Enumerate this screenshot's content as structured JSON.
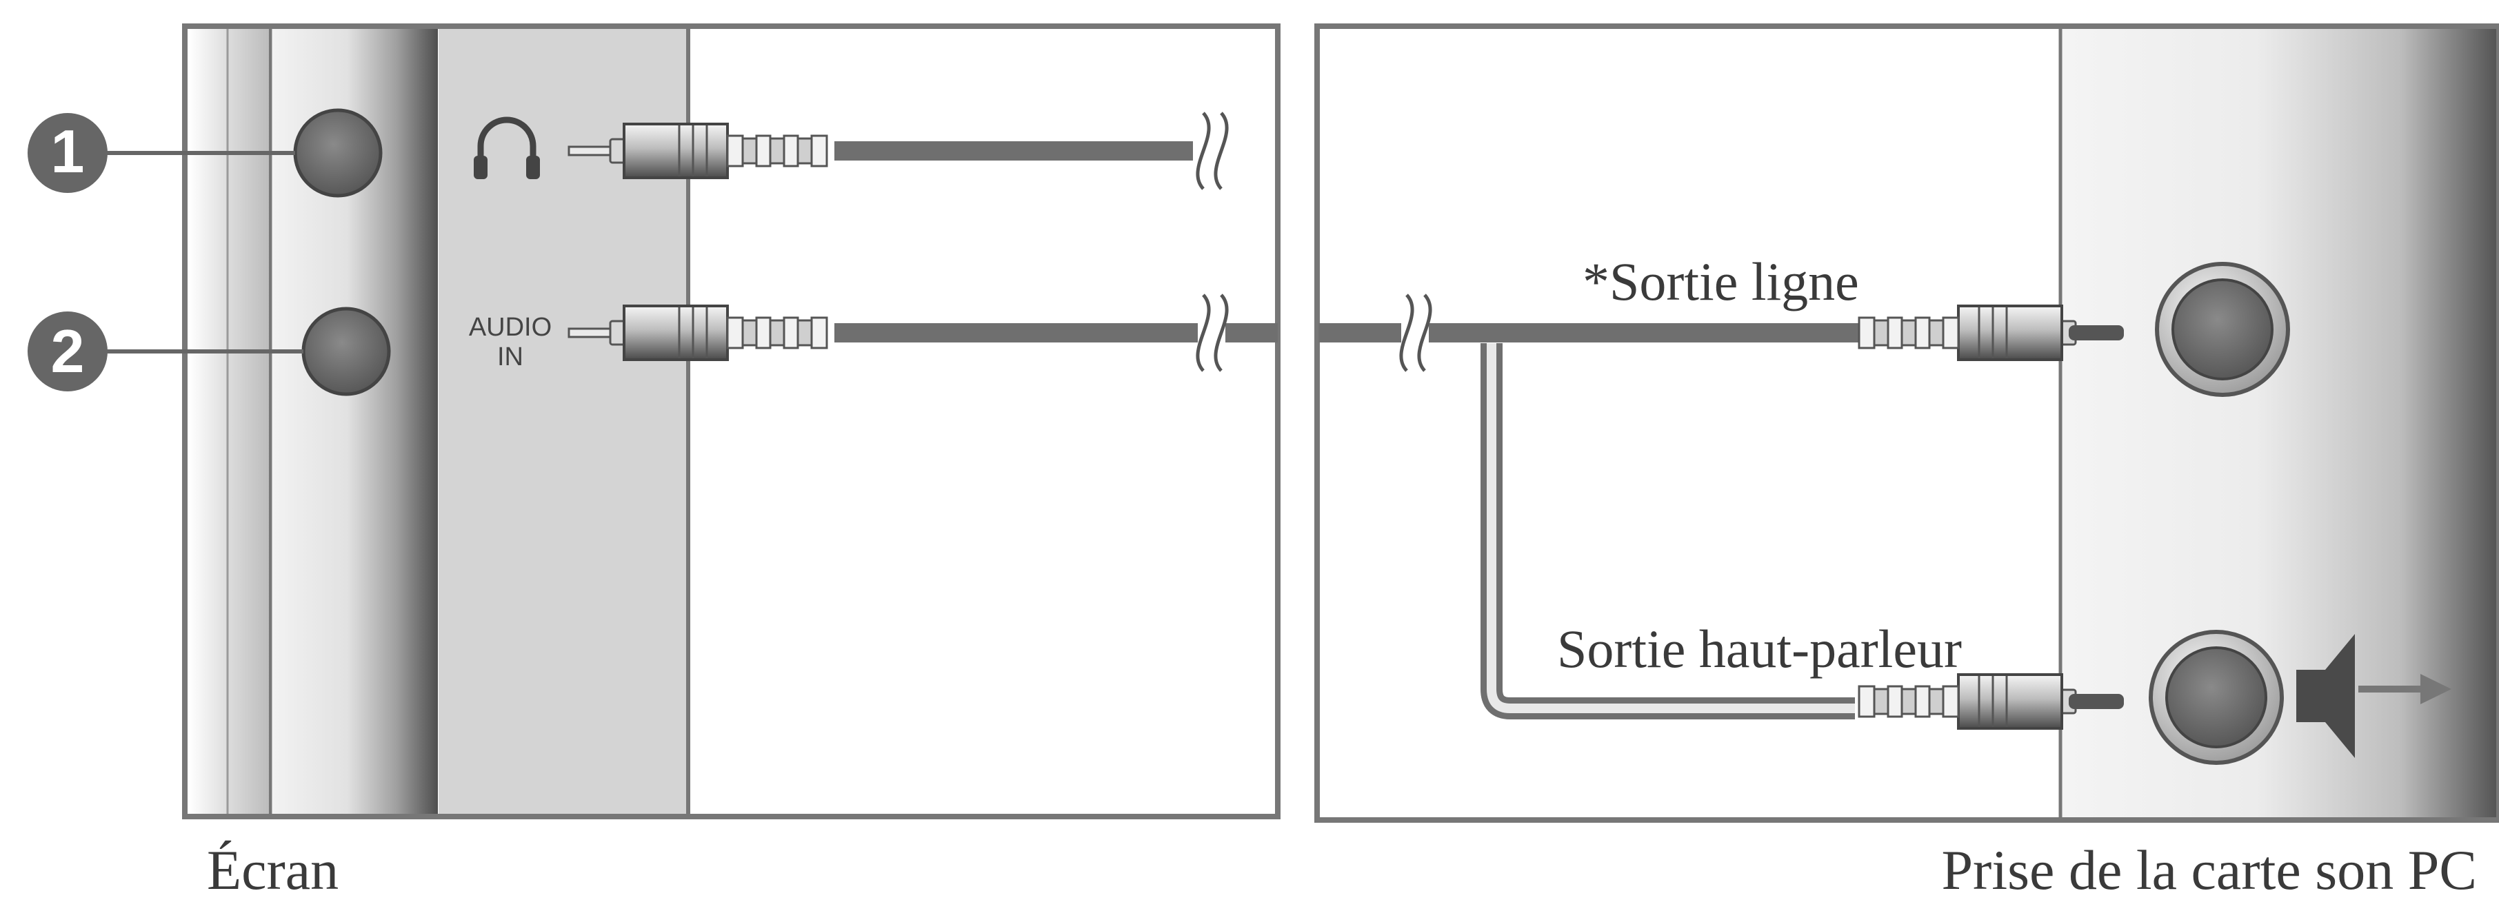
{
  "labels": {
    "screen_title": "Écran",
    "pc_title": "Prise de la carte son PC",
    "line_out": "*Sortie ligne",
    "speaker_out": "Sortie haut-parleur",
    "audio_in_line1": "AUDIO",
    "audio_in_line2": "IN",
    "callout_1": "1",
    "callout_2": "2"
  },
  "colors": {
    "border": "#777777",
    "cable": "#6f6f6f",
    "jack": "#6e6e6e",
    "panel_light": "#d4d4d4",
    "text": "#3a3a3a"
  }
}
